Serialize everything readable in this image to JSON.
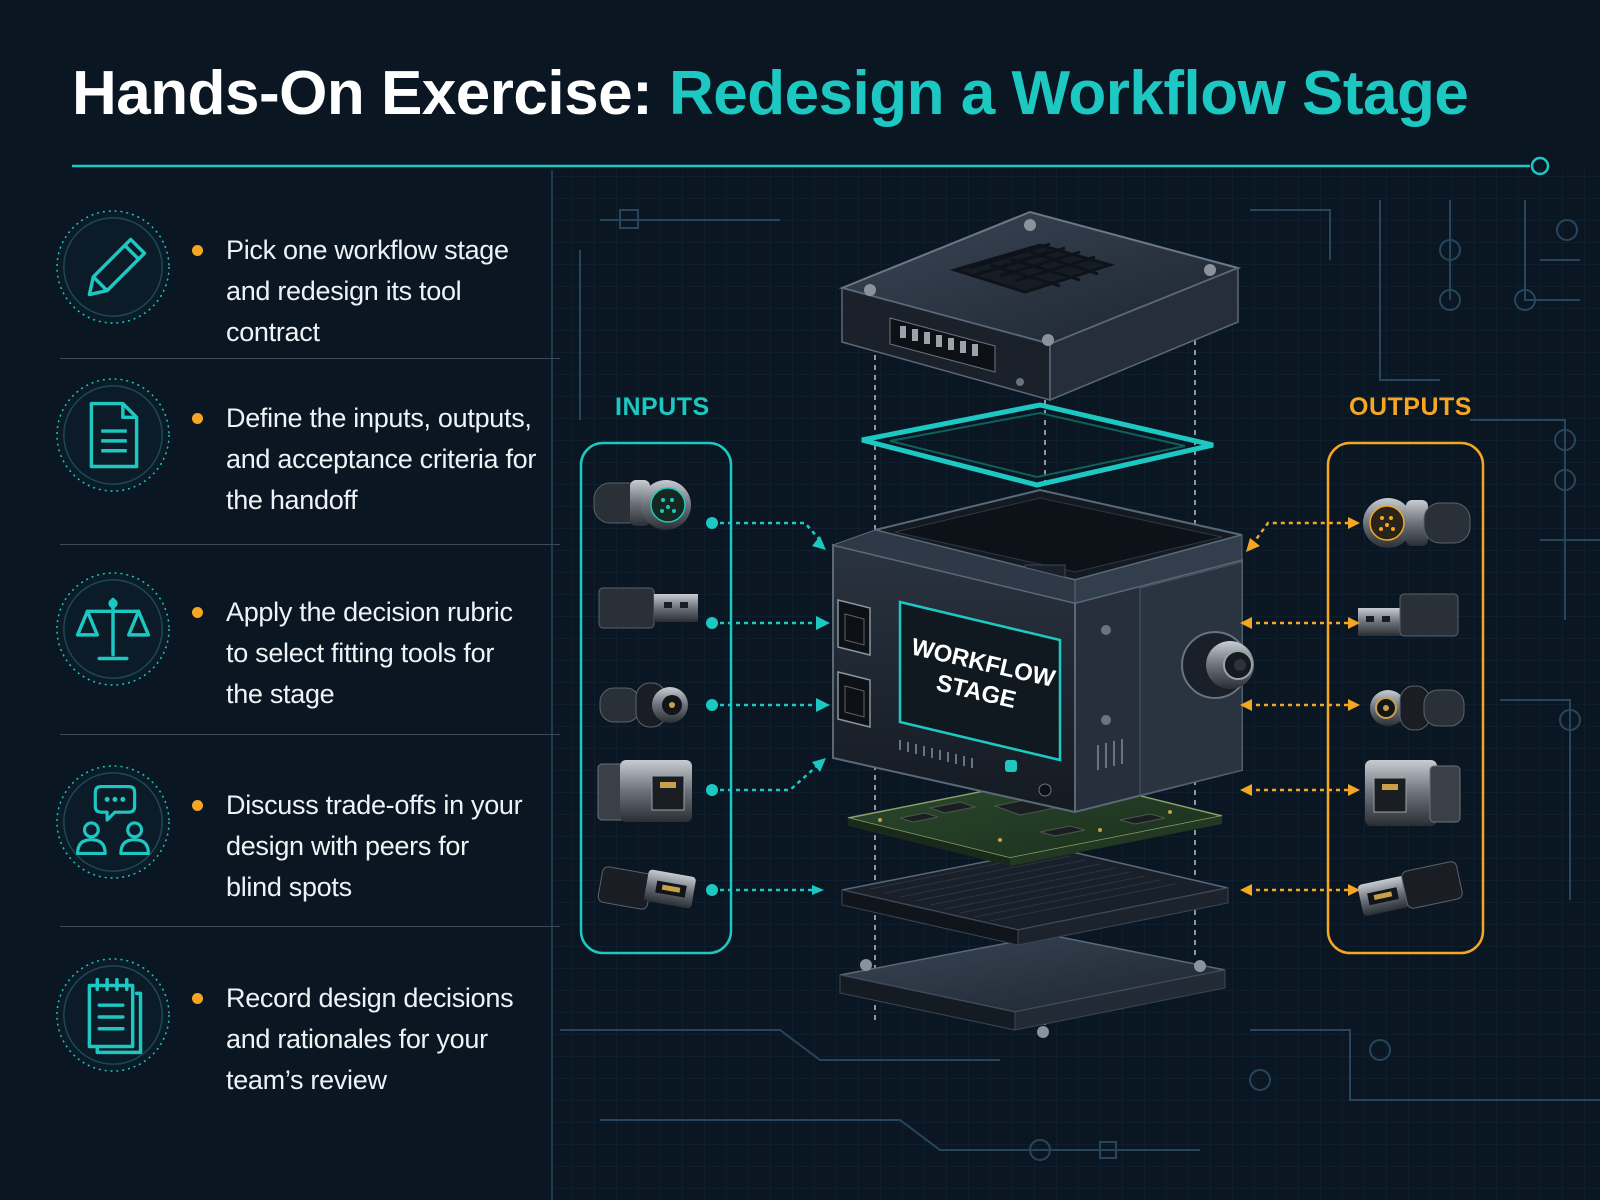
{
  "title": {
    "prefix": "Hands-On Exercise:",
    "accent": "Redesign a Workflow Stage"
  },
  "colors": {
    "background": "#0a1622",
    "accent_teal": "#1ec8c2",
    "accent_orange": "#f5a623",
    "bullet": "#f5a623"
  },
  "tasks": [
    {
      "icon": "pencil-icon",
      "text": "Pick one workflow stage\nand redesign its tool contract"
    },
    {
      "icon": "document-icon",
      "text": "Define the inputs, outputs,\nand acceptance criteria for\nthe handoff"
    },
    {
      "icon": "scales-icon",
      "text": "Apply the decision rubric\nto select fitting tools for\nthe stage"
    },
    {
      "icon": "discussion-icon",
      "text": "Discuss trade-offs in your\ndesign with peers for\nblind spots"
    },
    {
      "icon": "notepad-icon",
      "text": "Record design decisions\nand rationales for your\nteam’s review"
    }
  ],
  "diagram": {
    "inputs_label": "INPUTS",
    "outputs_label": "OUTPUTS",
    "stage_label_line1": "WORKFLOW",
    "stage_label_line2": "STAGE",
    "input_connectors": [
      "circular-connector-icon",
      "usb-connector-icon",
      "barrel-connector-icon",
      "ethernet-connector-icon",
      "hdmi-connector-icon"
    ],
    "output_connectors": [
      "circular-connector-icon",
      "usb-connector-icon",
      "barrel-connector-icon",
      "ethernet-connector-icon",
      "hdmi-connector-icon"
    ]
  }
}
